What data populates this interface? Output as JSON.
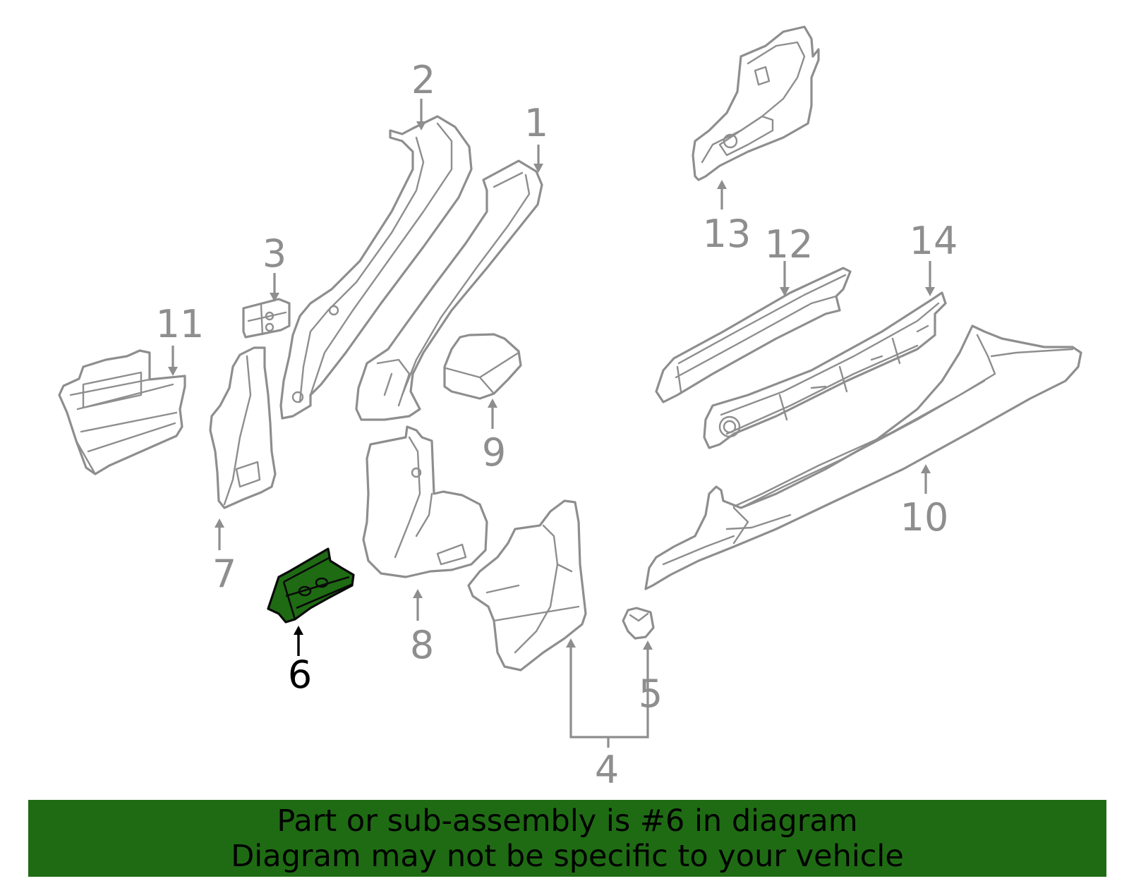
{
  "diagram": {
    "highlighted_part": "6",
    "highlight_color": "#1f6b14",
    "line_color": "#8e8e8e",
    "callouts": {
      "c1": "1",
      "c2": "2",
      "c3": "3",
      "c4": "4",
      "c5": "5",
      "c6": "6",
      "c7": "7",
      "c8": "8",
      "c9": "9",
      "c10": "10",
      "c11": "11",
      "c12": "12",
      "c13": "13",
      "c14": "14"
    }
  },
  "banner": {
    "line1": "Part or sub-assembly is #6 in diagram",
    "line2": "Diagram may not be specific to your vehicle",
    "background": "#1f6b14"
  }
}
